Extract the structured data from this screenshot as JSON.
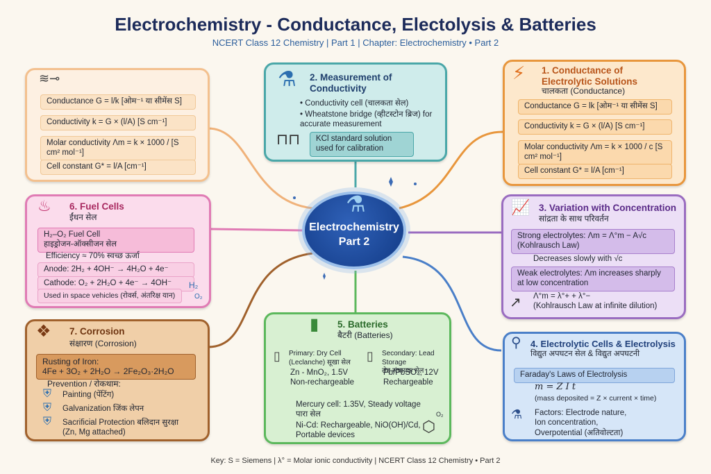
{
  "title": "Electrochemistry - Conductance, Electolysis & Batteries",
  "subtitle": "NCERT Class 12 Chemistry | Part 1 | Chapter: Electrochemistry • Part 2",
  "center": {
    "line1": "Electrochemistry",
    "line2": "Part 2"
  },
  "left_formulas": {
    "conductance": "Conductance G = l/k [ओम⁻¹ या सीमेंस S]",
    "conductivity": "Conductivity k = G × (l/A) [S cm⁻¹]",
    "molar": "Molar conductivity Λm = k × 1000 / [S cm² mol⁻¹]",
    "cell_constant": "Cell constant G* = l/A [cm⁻¹]"
  },
  "measurement": {
    "heading": "2. Measurement of Conductivity",
    "bullet1": "• Conductivity cell (चालकता सेल)",
    "bullet2": "• Wheatstone bridge (व्हीटस्टोन ब्रिज) for accurate measurement",
    "kcl": "KCl standard solution used for calibration"
  },
  "conductance": {
    "heading": "1. Conductance of Electrolytic Solutions",
    "hindi": "चालकता (Conductance)",
    "f1": "Conductance G = lk [ओम⁻¹ या सीमेंस S]",
    "f2": "Conductivity k = G × (l/A) [S cm⁻¹]",
    "f3": "Molar conductivity Λm = k × 1000 / c [S cm² mol⁻¹]",
    "f4": "Cell constant G* = l/A [cm⁻¹]"
  },
  "fuel": {
    "heading": "6. Fuel Cells",
    "hindi": "ईंधन सेल",
    "cell": "H₂–O₂ Fuel Cell\nहाइड्रोजन-ऑक्सीजन सेल",
    "efficiency": "Efficiency ≈ 70% स्वच्छ ऊर्जा",
    "anode": "Anode: 2H₂ + 4OH⁻ → 4H₂O + 4e⁻",
    "cathode": "Cathode: O₂ + 2H₂O + 4e⁻ → 4OH⁻",
    "uses": "Used in space vehicles (रोवर्स, अंतरिक्ष यान)",
    "h2": "H₂",
    "o2": "O₂"
  },
  "variation": {
    "heading": "3. Variation with Concentration",
    "hindi": "सांद्रता के साथ परिवर्तन",
    "strong": "Strong electrolytes: Λm = Λ°m − A√c\n(Kohlrausch Law)",
    "slow": "Decreases slowly with √c",
    "weak": "Weak electrolytes: Λm increases sharply at low concentration",
    "kohl": "Λ°m = λ°+ + λ°−\n(Kohlrausch Law at infinite dilution)"
  },
  "corrosion": {
    "heading": "7. Corrosion",
    "hindi": "संक्षारण (Corrosion)",
    "rusting": "Rusting of Iron:\n4Fe + 3O₂ + 2H₂O → 2Fe₂O₃·2H₂O",
    "prevention": "Prevention / रोकथाम:",
    "p1": "Painting (पेंटिंग)",
    "p2": "Galvanization जिंक लेपन",
    "p3": "Sacrificial Protection बलिदान सुरक्षा\n(Zn, Mg attached)"
  },
  "batteries": {
    "heading": "5. Batteries",
    "hindi": "बैटरी (Batteries)",
    "primary": "Primary: Dry Cell\n(Leclanche) सूखा सेल",
    "primary_detail": "Zn - MnO₂, 1.5V\nNon-rechargeable",
    "secondary": "Secondary: Lead Storage\nलेड संचायक सेल",
    "secondary_detail": "Pb/PbSO₄, 12V\nRechargeable",
    "mercury": "Mercury cell: 1.35V, Steady voltage\nपारा सेल",
    "nicd": "Ni-Cd: Rechargeable, NiO(OH)/Cd,\nPortable devices",
    "o2": "O₂"
  },
  "electrolytic": {
    "heading": "4. Electrolytic Cells & Electrolysis",
    "hindi": "विद्युत अपघटन सेल & विद्युत अपघटनी",
    "faraday": "Faraday's Laws of Electrolysis",
    "formula": "m = Z I t",
    "mass": "(mass deposited = Z × current × time)",
    "factors": "Factors: Electrode nature,\nIon concentration,\nOverpotential (अतिवोल्टता)"
  },
  "footer": "Key: S = Siemens | λ° = Molar ionic conductivity | NCERT Class 12 Chemistry • Part 2",
  "colors": {
    "peach": "#f4a65a",
    "teal": "#4aa7a8",
    "orange": "#e8963c",
    "pink": "#e07bb4",
    "purple": "#9a6cc0",
    "brown": "#a0612c",
    "green": "#5cb85c",
    "blue": "#4a7fc8"
  }
}
